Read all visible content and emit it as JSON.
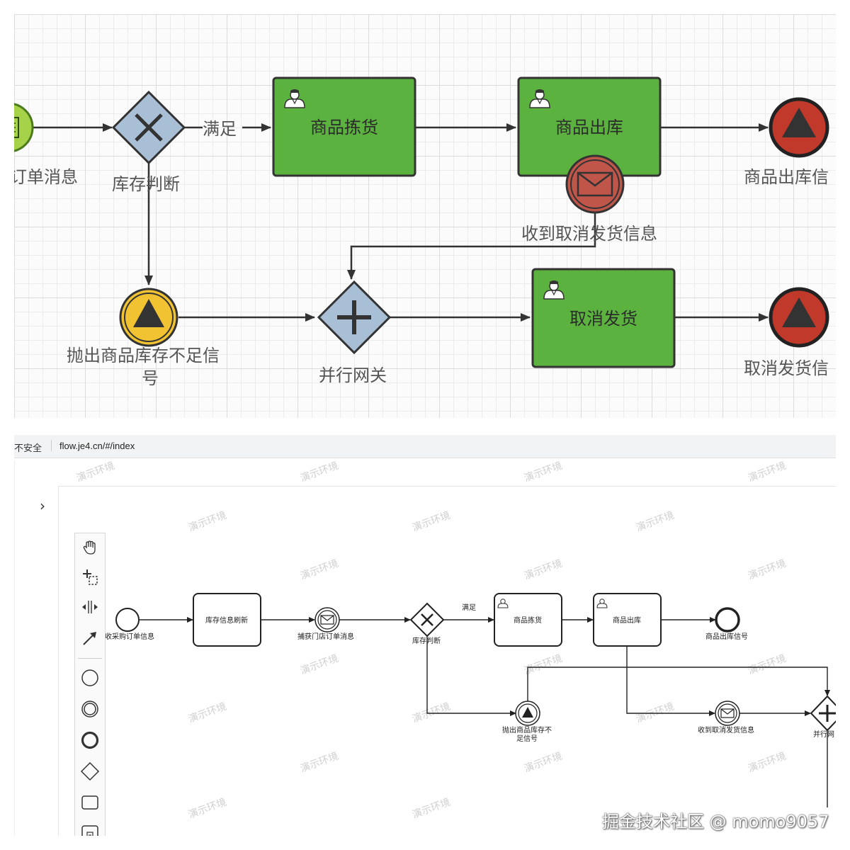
{
  "top_diagram": {
    "start_label": "订单消息",
    "gateway_exclusive_label": "库存判断",
    "condition_label": "满足",
    "tasks": {
      "pick": "商品拣货",
      "ship": "商品出库",
      "cancel": "取消发货"
    },
    "boundary_message_label": "收到取消发货信息",
    "end_ship_label": "商品出库信",
    "end_cancel_label": "取消发货信",
    "signal_throw_label_line1": "抛出商品库存不足信",
    "signal_throw_label_line2": "号",
    "parallel_gateway_label": "并行网关",
    "colors": {
      "task_fill": "#5cb23f",
      "gateway_fill": "#a9bfd6",
      "end_fill": "#c0392b",
      "signal_fill": "#f1c232",
      "start_fill": "#a6d24a",
      "message_fill": "#c0554a"
    }
  },
  "browser": {
    "security_text": "不安全",
    "url": "flow.je4.cn/#/index"
  },
  "bottom_diagram": {
    "expand_icon": "chevron-right-icon",
    "palette_tools": [
      "hand-tool-icon",
      "lasso-tool-icon",
      "space-tool-icon",
      "connect-tool-icon",
      "start-event-icon",
      "intermediate-event-icon",
      "end-event-icon",
      "gateway-icon",
      "task-icon",
      "subprocess-icon"
    ],
    "labels": {
      "start": "收采购订单信息",
      "task_refresh": "库存信息刷新",
      "catch_message": "捕获门店订单消息",
      "gateway": "库存判断",
      "condition": "满足",
      "task_pick": "商品拣货",
      "task_ship": "商品出库",
      "end_ship": "商品出库信号",
      "signal_line1": "抛出商品库存不",
      "signal_line2": "足信号",
      "message_cancel": "收到取消发货信息",
      "parallel": "并行网"
    },
    "watermark": "演示环境"
  },
  "credit": "掘金技术社区 @ momo9057"
}
